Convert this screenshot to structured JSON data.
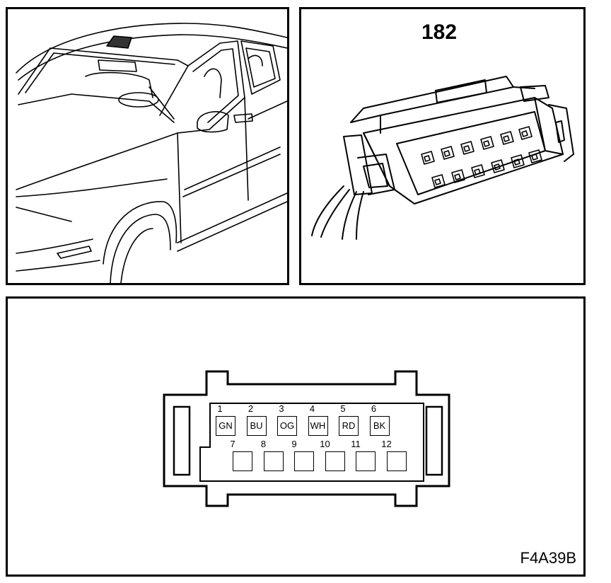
{
  "connector": {
    "number": "182"
  },
  "figure_code": "F4A39B",
  "pins_top": [
    {
      "num": "1",
      "color": "GN"
    },
    {
      "num": "2",
      "color": "BU"
    },
    {
      "num": "3",
      "color": "OG"
    },
    {
      "num": "4",
      "color": "WH"
    },
    {
      "num": "5",
      "color": "RD"
    },
    {
      "num": "6",
      "color": "BK"
    }
  ],
  "pins_bottom": [
    {
      "num": "7",
      "color": ""
    },
    {
      "num": "8",
      "color": ""
    },
    {
      "num": "9",
      "color": ""
    },
    {
      "num": "10",
      "color": ""
    },
    {
      "num": "11",
      "color": ""
    },
    {
      "num": "12",
      "color": ""
    }
  ]
}
